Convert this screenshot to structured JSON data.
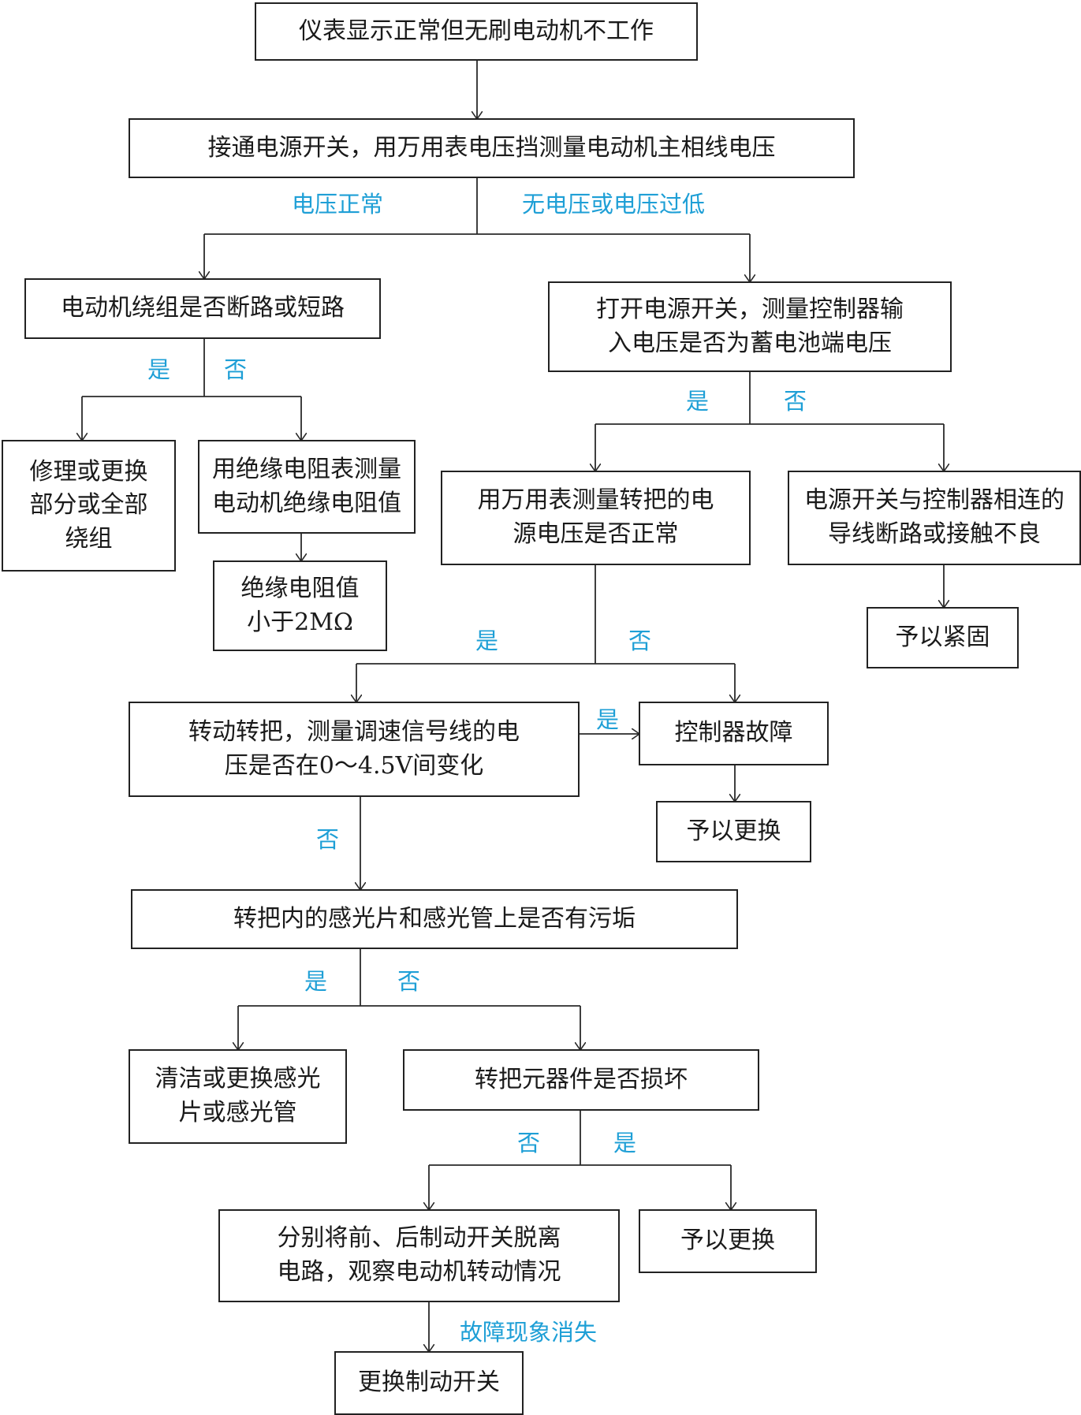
{
  "colors": {
    "line": "#2a2a2a",
    "label": "#1e9fd6",
    "border": "#222222"
  },
  "nodes": {
    "n1": "仪表显示正常但无刷电动机不工作",
    "n2": "接通电源开关，用万用表电压挡测量电动机主相线电压",
    "n3": "电动机绕组是否断路或短路",
    "n4": "打开电源开关，测量控制器输入电压是否为蓄电池端电压",
    "n5": "修理或更换部分或全部绕组",
    "n6": "用绝缘电阻表测量电动机绝缘电阻值",
    "n7": "绝缘电阻值小于2MΩ",
    "n8": "用万用表测量转把的电源电压是否正常",
    "n9": "电源开关与控制器相连的导线断路或接触不良",
    "n10": "予以紧固",
    "n11": "转动转把，测量调速信号线的电压是否在0～4.5V间变化",
    "n12": "控制器故障",
    "n13": "予以更换",
    "n14": "转把内的感光片和感光管上是否有污垢",
    "n15": "清洁或更换感光片或感光管",
    "n16": "转把元器件是否损坏",
    "n17": "分别将前、后制动开关脱离电路，观察电动机转动情况",
    "n18": "予以更换",
    "n19": "更换制动开关"
  },
  "labels": {
    "voltage_normal": "电压正常",
    "no_or_low_voltage": "无电压或电压过低",
    "yes_1": "是",
    "no_1": "否",
    "yes_2": "是",
    "no_2": "否",
    "yes_3": "是",
    "no_3": "否",
    "yes_4": "是",
    "no_4": "否",
    "yes_5": "是",
    "no_5": "否",
    "no_6": "否",
    "yes_6": "是",
    "fault_gone": "故障现象消失"
  }
}
